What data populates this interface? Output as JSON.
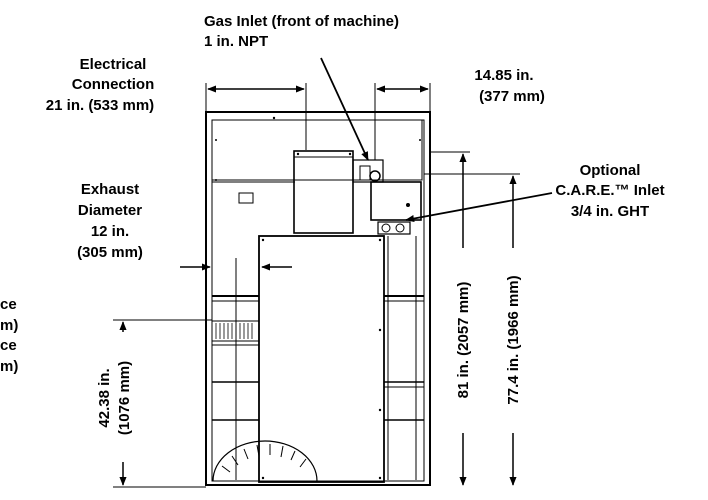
{
  "callouts": {
    "gas_inlet": {
      "line1": "Gas Inlet (front of machine)",
      "line2": "1 in. NPT"
    },
    "electrical": {
      "line1": "Electrical",
      "line2": "Connection",
      "line3": "21 in. (533 mm)"
    },
    "width_right": {
      "line1": "14.85 in.",
      "line2": "(377 mm)"
    },
    "care_inlet": {
      "line1": "Optional",
      "line2": "C.A.R.E.™ Inlet",
      "line3": "3/4 in. GHT"
    },
    "exhaust": {
      "line1": "Exhaust",
      "line2": "Diameter",
      "line3": "12 in.",
      "line4": "(305 mm)"
    },
    "clipped_left": {
      "line1": "ce",
      "line2": "m)",
      "line3": "ce",
      "line4": "m)"
    }
  },
  "dimensions": {
    "height_42": {
      "line1": "42.38 in.",
      "line2": "(1076 mm)"
    },
    "height_81": "81 in. (2057 mm)",
    "height_77": "77.4 in. (1966 mm)"
  },
  "colors": {
    "line": "#000000",
    "background": "#ffffff"
  }
}
